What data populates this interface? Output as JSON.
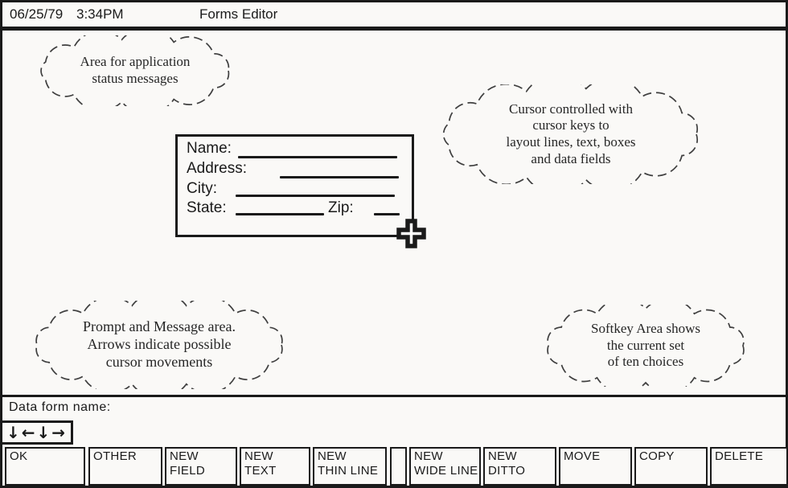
{
  "colors": {
    "ink": "#1a1a1a",
    "paper": "#faf9f7"
  },
  "header": {
    "date": "06/25/79",
    "time": "3:34PM",
    "title": "Forms Editor"
  },
  "callouts": {
    "status": {
      "lines": [
        "Area for application",
        "status messages"
      ]
    },
    "cursor": {
      "lines": [
        "Cursor controlled with",
        "cursor keys to",
        "layout lines, text, boxes",
        "and data fields"
      ]
    },
    "prompt": {
      "lines": [
        "Prompt and Message area.",
        "Arrows indicate possible",
        "cursor movements"
      ]
    },
    "softkey": {
      "lines": [
        "Softkey Area shows",
        "the current set",
        "of ten choices"
      ]
    }
  },
  "form": {
    "rows": [
      {
        "label": "Name:"
      },
      {
        "label": "Address:"
      },
      {
        "label": "City:"
      },
      {
        "label": "State:",
        "label2": "Zip:"
      }
    ],
    "cursor_icon": "plus-crosshair-cursor"
  },
  "prompt_area": {
    "label": "Data form name:",
    "arrows": "↓←↓→"
  },
  "softkeys": [
    "OK",
    "OTHER",
    "NEW\nFIELD",
    "NEW\nTEXT",
    "NEW\nTHIN LINE",
    "NEW\nWIDE LINE",
    "NEW\nDITTO",
    "MOVE",
    "COPY",
    "DELETE"
  ]
}
